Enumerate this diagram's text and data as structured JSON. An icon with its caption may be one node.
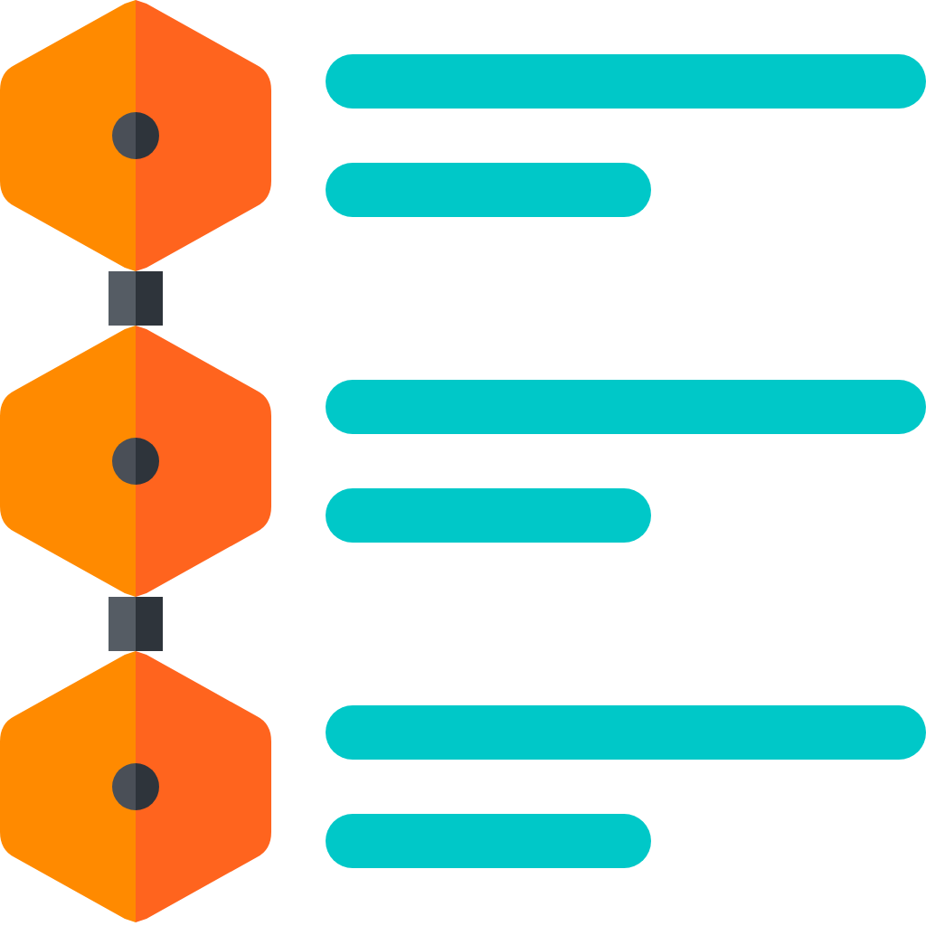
{
  "diagram": {
    "nodes": [
      {
        "text": [],
        "shape": "hexagon"
      },
      {
        "text": [],
        "shape": "hexagon"
      },
      {
        "text": [],
        "shape": "hexagon"
      }
    ],
    "edges": [
      {
        "from": 0,
        "to": 1,
        "arrow": "none",
        "style": "thick"
      },
      {
        "from": 1,
        "to": 2,
        "arrow": "none",
        "style": "thick"
      }
    ]
  }
}
